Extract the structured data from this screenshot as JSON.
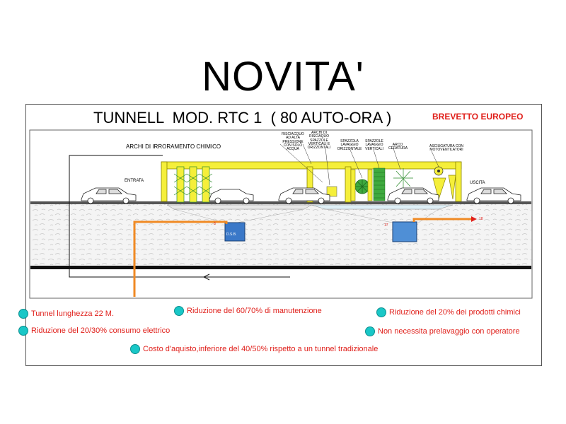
{
  "headline": "NOVITA'",
  "title": "TUNNELL  MOD. RTC 1  ( 80 AUTO-ORA )",
  "patent": "BREVETTO EUROPEO",
  "labels": {
    "chemical_arches": "ARCHI  DI  IRRORAMENTO  CHIMICO",
    "entrance": "ENTRATA",
    "exit": "USCITA",
    "rinse": "RISCIACQUO AD ALTA PRESSIONE CON SOLO ACQUA",
    "rinse_arches": "ARCHI DI RISCIAQUO SPAZZOLE VERTICALI E ORIZZONTALI",
    "brush_horizontal": "SPAZZOLA LAVAGGIO ORIZZONTALE",
    "brush_vertical": "SPAZZOLE LAVAGGIO VERTICALI",
    "wax_arch": "ARCO CERATURA",
    "dryer": "ASCIUGATURA CON MOTOVENTILATORI",
    "tank_left": "D.S.B.",
    "tank_left_num": "3",
    "tank_right_num": "17",
    "pipe_right_num": "18"
  },
  "bullets": [
    "Tunnel lunghezza 22 M.",
    "Riduzione del 60/70% di manutenzione",
    "Riduzione del 20% dei prodotti chimici",
    "Riduzione del 20/30% consumo elettrico",
    "Non necessita prelavaggio con operatore",
    "Costo d'aquisto,inferiore del 40/50% rispetto a un tunnel tradizionale"
  ],
  "colors": {
    "frame_yellow": "#f5ef3a",
    "pipe_orange": "#f08a24",
    "tank_blue": "#3a78c8",
    "bullet_cyan": "#19c7c7",
    "text_red": "#e0201b"
  }
}
